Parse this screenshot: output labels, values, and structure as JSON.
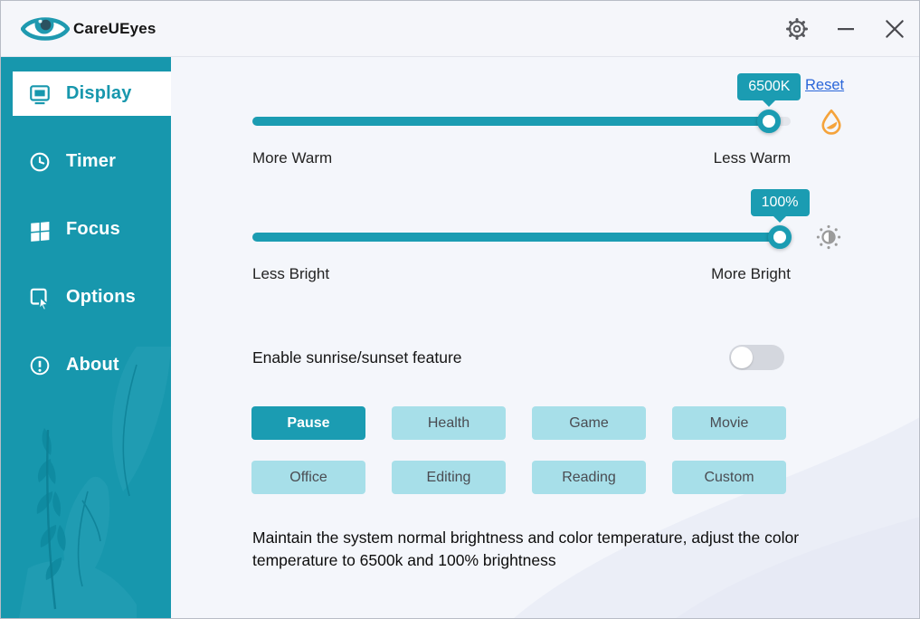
{
  "window": {
    "title": "CareUEyes",
    "controls": {
      "settings": "gear-icon",
      "minimize": "minimize-icon",
      "close": "close-icon"
    }
  },
  "sidebar": {
    "items": [
      {
        "label": "Display",
        "icon": "monitor-icon",
        "active": true
      },
      {
        "label": "Timer",
        "icon": "clock-icon",
        "active": false
      },
      {
        "label": "Focus",
        "icon": "windows-icon",
        "active": false
      },
      {
        "label": "Options",
        "icon": "cursor-square-icon",
        "active": false
      },
      {
        "label": "About",
        "icon": "info-circle-icon",
        "active": false
      }
    ]
  },
  "display": {
    "temperature": {
      "value_label": "6500K",
      "reset_label": "Reset",
      "left_label": "More Warm",
      "right_label": "Less Warm",
      "percent": 96,
      "icon": "droplet-icon"
    },
    "brightness": {
      "value_label": "100%",
      "left_label": "Less Bright",
      "right_label": "More Bright",
      "percent": 98,
      "icon": "brightness-icon"
    },
    "sunrise_toggle": {
      "label": "Enable sunrise/sunset feature",
      "state": "off"
    },
    "modes": [
      {
        "label": "Pause",
        "active": true
      },
      {
        "label": "Health",
        "active": false
      },
      {
        "label": "Game",
        "active": false
      },
      {
        "label": "Movie",
        "active": false
      },
      {
        "label": "Office",
        "active": false
      },
      {
        "label": "Editing",
        "active": false
      },
      {
        "label": "Reading",
        "active": false
      },
      {
        "label": "Custom",
        "active": false
      }
    ],
    "description": "Maintain the system normal brightness and color temperature, adjust the color temperature to 6500k and 100% brightness"
  },
  "colors": {
    "accent": "#1797ad",
    "accent_badge": "#1b9cb2",
    "accent_light": "#a7dfe9",
    "link": "#2a66d9",
    "orange": "#f5a33b",
    "icon_gray": "#9b9b9b"
  }
}
